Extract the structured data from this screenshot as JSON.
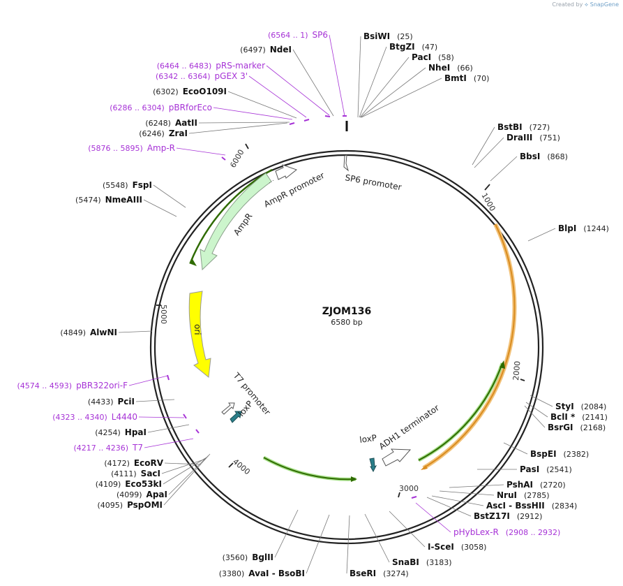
{
  "credit": {
    "prefix": "Created by",
    "brand": "SnapGene"
  },
  "plasmid": {
    "name": "ZJOM136",
    "size_label": "6580 bp",
    "length": 6580
  },
  "ticks": [
    "1000",
    "2000",
    "3000",
    "4000",
    "5000",
    "6000"
  ],
  "sites": [
    {
      "name": "BsiWI",
      "pos": "(25)",
      "kind": "enzyme",
      "side": "R"
    },
    {
      "name": "BtgZI",
      "pos": "(47)",
      "kind": "enzyme",
      "side": "R"
    },
    {
      "name": "PacI",
      "pos": "(58)",
      "kind": "enzyme",
      "side": "R"
    },
    {
      "name": "NheI",
      "pos": "(66)",
      "kind": "enzyme",
      "side": "R"
    },
    {
      "name": "BmtI",
      "pos": "(70)",
      "kind": "enzyme",
      "side": "R"
    },
    {
      "name": "BstBI",
      "pos": "(727)",
      "kind": "enzyme",
      "side": "R"
    },
    {
      "name": "DraIII",
      "pos": "(751)",
      "kind": "enzyme",
      "side": "R"
    },
    {
      "name": "BbsI",
      "pos": "(868)",
      "kind": "enzyme",
      "side": "R"
    },
    {
      "name": "BlpI",
      "pos": "(1244)",
      "kind": "enzyme",
      "side": "R"
    },
    {
      "name": "StyI",
      "pos": "(2084)",
      "kind": "enzyme",
      "side": "R"
    },
    {
      "name": "BclI *",
      "pos": "(2141)",
      "kind": "enzyme",
      "side": "R"
    },
    {
      "name": "BsrGI",
      "pos": "(2168)",
      "kind": "enzyme",
      "side": "R"
    },
    {
      "name": "BspEI",
      "pos": "(2382)",
      "kind": "enzyme",
      "side": "R"
    },
    {
      "name": "PasI",
      "pos": "(2541)",
      "kind": "enzyme",
      "side": "R"
    },
    {
      "name": "PshAI",
      "pos": "(2720)",
      "kind": "enzyme",
      "side": "R"
    },
    {
      "name": "NruI",
      "pos": "(2785)",
      "kind": "enzyme",
      "side": "R"
    },
    {
      "name": "AscI - BssHII",
      "pos": "(2834)",
      "kind": "enzyme",
      "side": "R"
    },
    {
      "name": "BstZ17I",
      "pos": "(2912)",
      "kind": "enzyme",
      "side": "R"
    },
    {
      "name": "pHybLex-R",
      "pos": "(2908 .. 2932)",
      "kind": "primer",
      "side": "R"
    },
    {
      "name": "I-SceI",
      "pos": "(3058)",
      "kind": "enzyme",
      "side": "R"
    },
    {
      "name": "SnaBI",
      "pos": "(3183)",
      "kind": "enzyme",
      "side": "R"
    },
    {
      "name": "BseRI",
      "pos": "(3274)",
      "kind": "enzyme",
      "side": "R"
    },
    {
      "name": "AvaI - BsoBI",
      "pos": "(3380)",
      "kind": "enzyme",
      "side": "L"
    },
    {
      "name": "BglII",
      "pos": "(3560)",
      "kind": "enzyme",
      "side": "L"
    },
    {
      "name": "PspOMI",
      "pos": "(4095)",
      "kind": "enzyme",
      "side": "L"
    },
    {
      "name": "ApaI",
      "pos": "(4099)",
      "kind": "enzyme",
      "side": "L"
    },
    {
      "name": "Eco53kI",
      "pos": "(4109)",
      "kind": "enzyme",
      "side": "L"
    },
    {
      "name": "SacI",
      "pos": "(4111)",
      "kind": "enzyme",
      "side": "L"
    },
    {
      "name": "EcoRV",
      "pos": "(4172)",
      "kind": "enzyme",
      "side": "L"
    },
    {
      "name": "T7",
      "pos": "(4217 .. 4236)",
      "kind": "primer",
      "side": "L"
    },
    {
      "name": "HpaI",
      "pos": "(4254)",
      "kind": "enzyme",
      "side": "L"
    },
    {
      "name": "L4440",
      "pos": "(4323 .. 4340)",
      "kind": "primer",
      "side": "L"
    },
    {
      "name": "PciI",
      "pos": "(4433)",
      "kind": "enzyme",
      "side": "L"
    },
    {
      "name": "pBR322ori-F",
      "pos": "(4574 .. 4593)",
      "kind": "primer",
      "side": "L"
    },
    {
      "name": "AlwNI",
      "pos": "(4849)",
      "kind": "enzyme",
      "side": "L"
    },
    {
      "name": "NmeAIII",
      "pos": "(5474)",
      "kind": "enzyme",
      "side": "L"
    },
    {
      "name": "FspI",
      "pos": "(5548)",
      "kind": "enzyme",
      "side": "L"
    },
    {
      "name": "Amp-R",
      "pos": "(5876 .. 5895)",
      "kind": "primer",
      "side": "L"
    },
    {
      "name": "ZraI",
      "pos": "(6246)",
      "kind": "enzyme",
      "side": "L"
    },
    {
      "name": "AatII",
      "pos": "(6248)",
      "kind": "enzyme",
      "side": "L"
    },
    {
      "name": "pBRforEco",
      "pos": "(6286 .. 6304)",
      "kind": "primer",
      "side": "L"
    },
    {
      "name": "EcoO109I",
      "pos": "(6302)",
      "kind": "enzyme",
      "side": "L"
    },
    {
      "name": "pGEX 3'",
      "pos": "(6342 .. 6364)",
      "kind": "primer",
      "side": "L"
    },
    {
      "name": "pRS-marker",
      "pos": "(6464 .. 6483)",
      "kind": "primer",
      "side": "L"
    },
    {
      "name": "NdeI",
      "pos": "(6497)",
      "kind": "enzyme",
      "side": "L"
    },
    {
      "name": "SP6",
      "pos": "(6564 .. 1)",
      "kind": "primer",
      "side": "L"
    }
  ],
  "features": {
    "sp6_promoter": "SP6 promoter",
    "ampr_promoter": "AmpR promoter",
    "ampr": "AmpR",
    "ori": "ori",
    "t7_promoter": "T7 promoter",
    "loxp": "loxP",
    "adh1_terminator": "ADH1 terminator"
  },
  "colors": {
    "primer": "#a632d6",
    "backbone": "#222222",
    "ampr_fill": "#ccf5cc",
    "ori_fill": "#ffff00",
    "orf_green": "#2f6b00",
    "orf_orange": "#d98c1f",
    "loxp_fill": "#2a7f8a"
  }
}
